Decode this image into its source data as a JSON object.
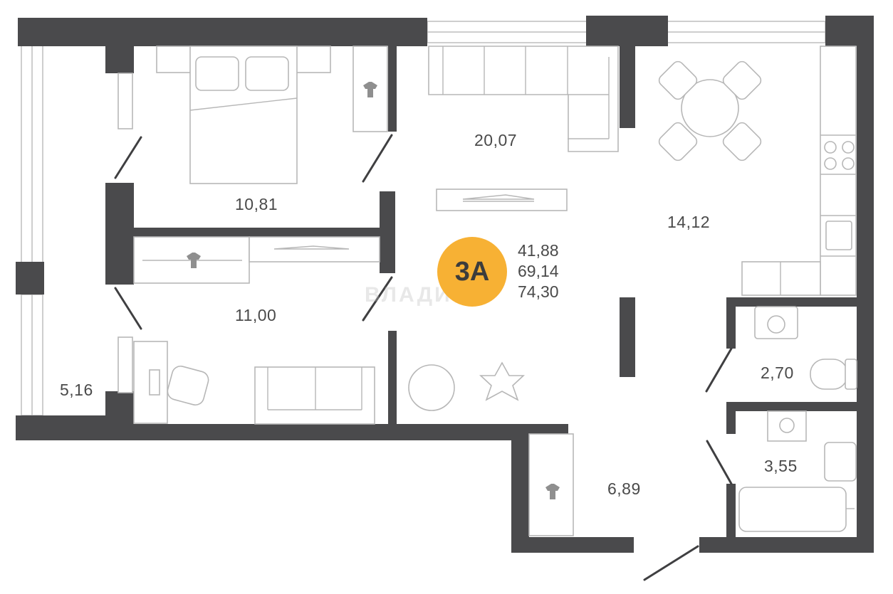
{
  "apartment": {
    "type_badge": "3А",
    "areas": {
      "living": "41,88",
      "total": "69,14",
      "total_with_balcony": "74,30"
    }
  },
  "rooms": {
    "bedroom": "10,81",
    "living_room": "20,07",
    "kitchen": "14,12",
    "room_2": "11,00",
    "balcony": "5,16",
    "toilet": "2,70",
    "bathroom": "3,55",
    "hallway": "6,89"
  },
  "watermark": "ВЛАДИС",
  "colors": {
    "walls": "#4a4a4c",
    "badge": "#f7b134",
    "furniture": "#b7b7b7"
  }
}
